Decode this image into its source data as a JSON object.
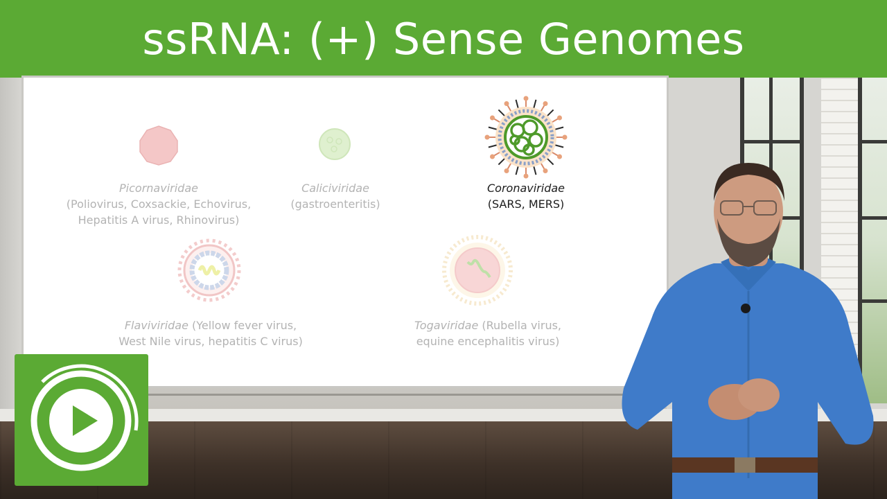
{
  "title": "ssRNA: (+) Sense Genomes",
  "viruses": [
    {
      "family": "Picornaviridae",
      "examples_line1": "(Poliovirus, Coxsackie, Echovirus,",
      "examples_line2": "Hepatitis A virus, Rhinovirus)",
      "state": "faded"
    },
    {
      "family": "Caliciviridae",
      "examples_line1": "(gastroenteritis)",
      "state": "faded"
    },
    {
      "family": "Coronaviridae",
      "examples_line1": "(SARS, MERS)",
      "state": "active"
    },
    {
      "family": "Flaviviridae",
      "examples_inline": " (Yellow fever virus,",
      "examples_line2": "West Nile virus, hepatitis C virus)",
      "state": "faded"
    },
    {
      "family": "Togaviridae",
      "examples_inline": " (Rubella virus,",
      "examples_line2": "equine encephalitis virus)",
      "state": "faded"
    }
  ],
  "colors": {
    "brand_green": "#5baa34",
    "faded_text": "#b3b3b3",
    "active_text": "#1d1d1d",
    "presenter_shirt": "#3f7bc9"
  },
  "icons": {
    "logo": "play-logo-icon",
    "picornavirus": "picornavirus-icon",
    "calicivirus": "calicivirus-icon",
    "coronavirus": "coronavirus-icon",
    "flavivirus": "flavivirus-icon",
    "togavirus": "togavirus-icon"
  }
}
